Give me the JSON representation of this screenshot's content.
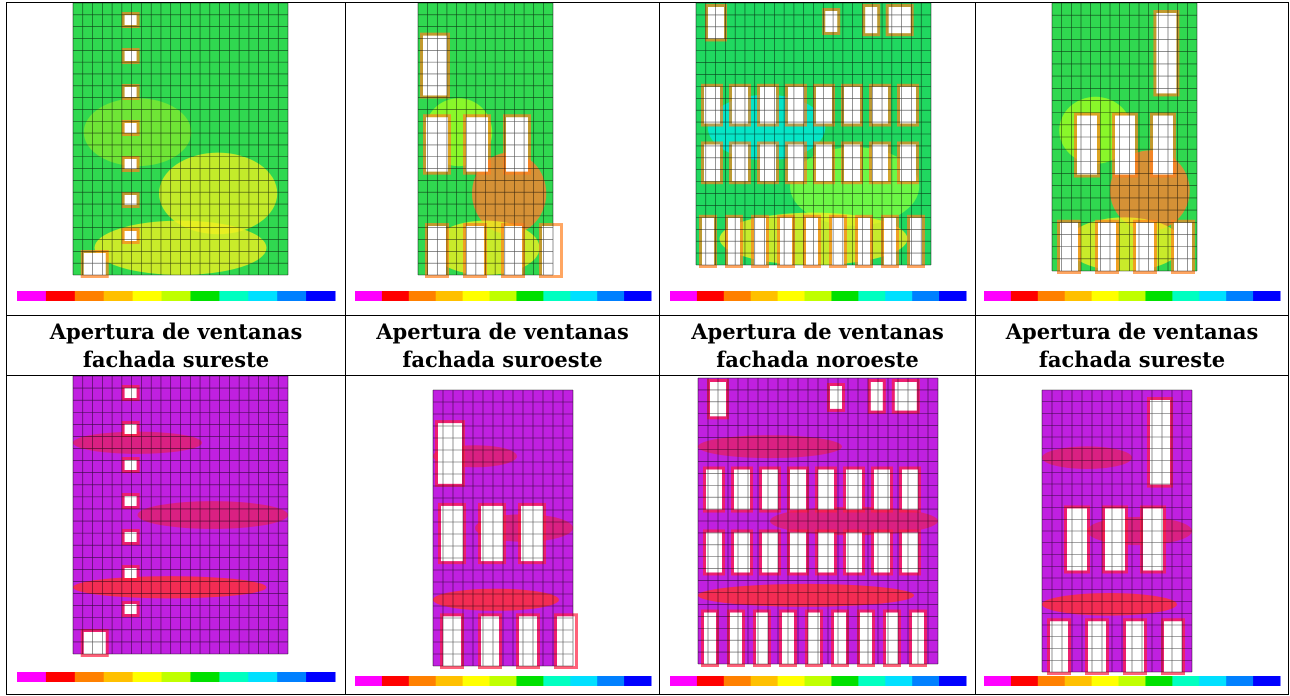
{
  "captions": [
    {
      "line1": "Apertura de ventanas",
      "line2": "fachada sureste"
    },
    {
      "line1": "Apertura de ventanas",
      "line2": "fachada suroeste"
    },
    {
      "line1": "Apertura de ventanas",
      "line2": "fachada noroeste"
    },
    {
      "line1": "Apertura de ventanas",
      "line2": "fachada sureste"
    }
  ],
  "figures": [
    {
      "name": "contour-sureste-top",
      "scheme": "green",
      "legend_colors": [
        "#ff00ff",
        "#ff0000",
        "#ff8000",
        "#ffc000",
        "#ffff00",
        "#c0ff00",
        "#00e000",
        "#00ffc0",
        "#00e0ff",
        "#0080ff",
        "#0000ff"
      ]
    },
    {
      "name": "contour-suroeste-top",
      "scheme": "green-orange"
    },
    {
      "name": "contour-noroeste-top",
      "scheme": "green-cyan"
    },
    {
      "name": "contour-sureste2-top",
      "scheme": "green-orange"
    },
    {
      "name": "contour-sureste-bottom",
      "scheme": "magenta"
    },
    {
      "name": "contour-suroeste-bottom",
      "scheme": "magenta"
    },
    {
      "name": "contour-noroeste-bottom",
      "scheme": "magenta"
    },
    {
      "name": "contour-sureste2-bottom",
      "scheme": "magenta"
    }
  ]
}
